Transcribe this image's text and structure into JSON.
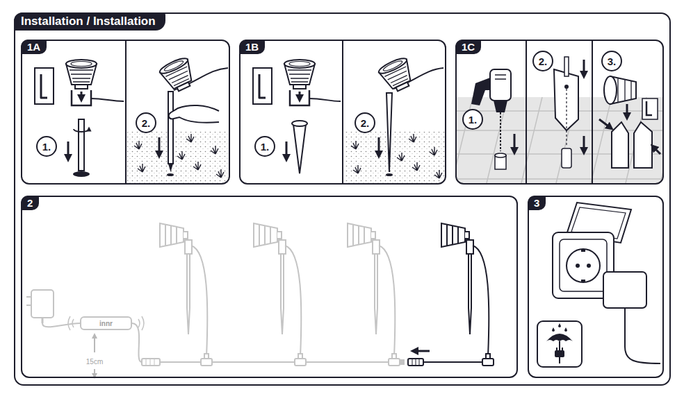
{
  "diagram": {
    "nodes": [
      {
        "text": [
          "Installation / Installation"
        ]
      },
      {
        "text": [
          "1A"
        ],
        "in": 0
      },
      {
        "text": [
          "1."
        ],
        "in": 1
      },
      {
        "text": [
          "2."
        ],
        "in": 1
      },
      {
        "text": [
          "1B"
        ],
        "in": 0
      },
      {
        "text": [
          "1."
        ],
        "in": 4
      },
      {
        "text": [
          "2."
        ],
        "in": 4
      },
      {
        "text": [
          "1C"
        ],
        "in": 0
      },
      {
        "text": [
          "1."
        ],
        "in": 7
      },
      {
        "text": [
          "2."
        ],
        "in": 7
      },
      {
        "text": [
          "3."
        ],
        "in": 7
      },
      {
        "text": [
          "2"
        ],
        "in": 0
      },
      {
        "text": [
          "innr"
        ],
        "in": 11
      },
      {
        "text": [
          "3"
        ],
        "in": 0
      }
    ],
    "labels": [
      "15cm"
    ]
  }
}
